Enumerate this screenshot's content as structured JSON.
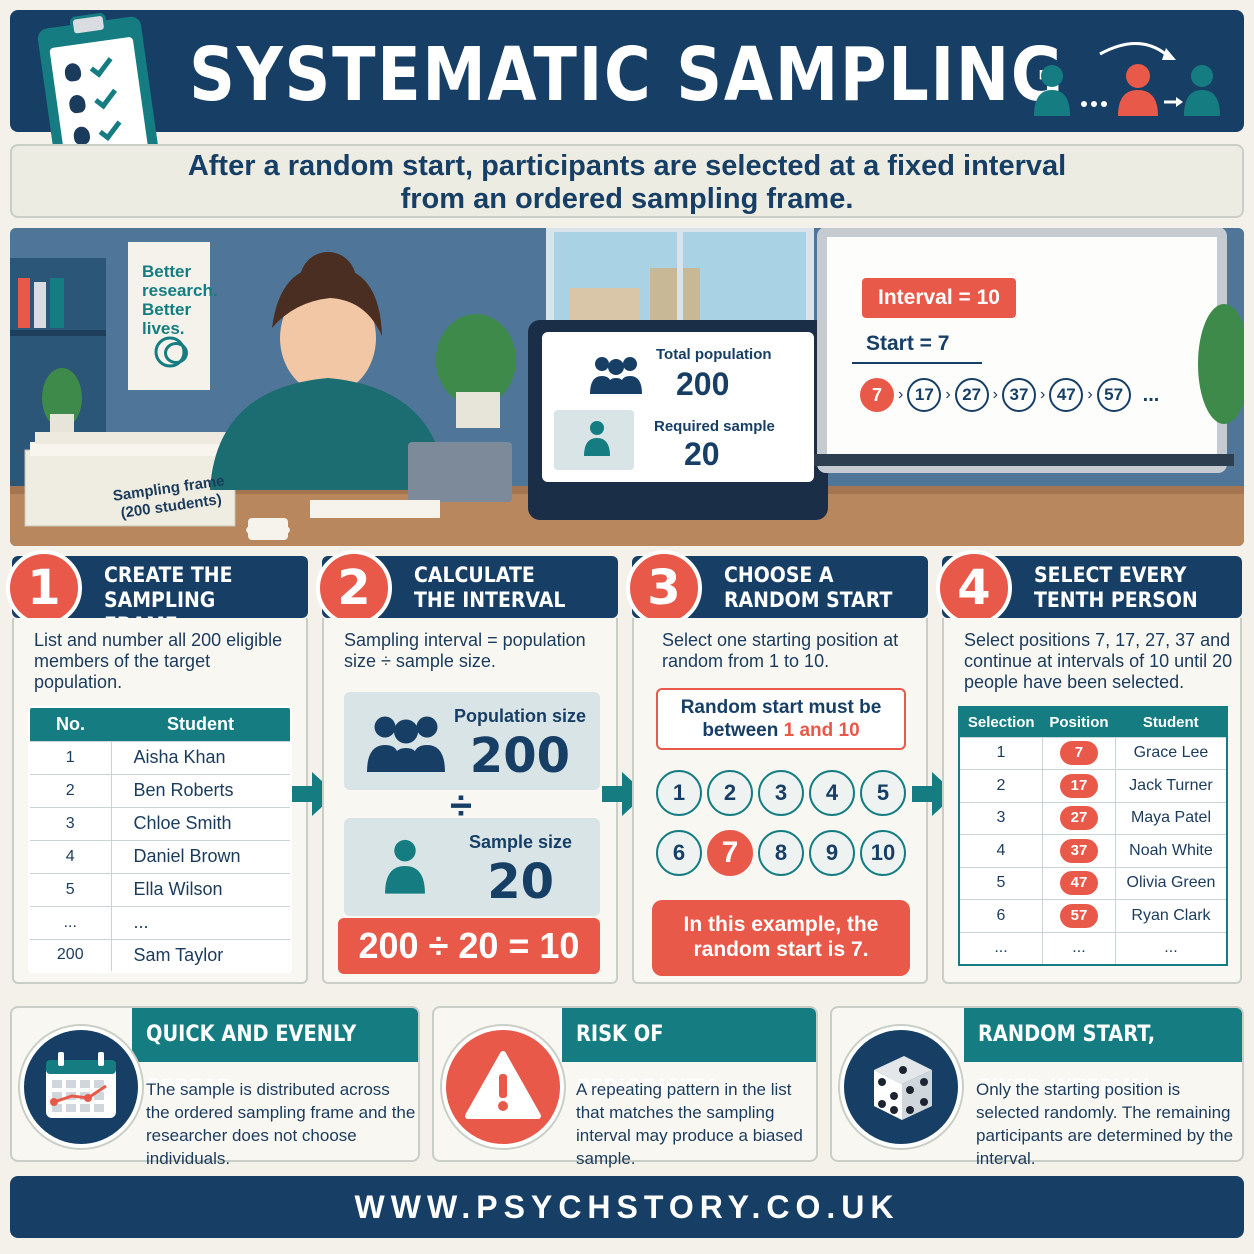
{
  "header": {
    "title": "SYSTEMATIC SAMPLING",
    "subtitle": "After a random start, participants are selected at a fixed interval from an ordered sampling frame.",
    "icons": [
      "clipboard-checklist-icon",
      "people-selection-icon"
    ]
  },
  "scene": {
    "poster_lines": [
      "Better",
      "research.",
      "Better",
      "lives."
    ],
    "papers_label_line1": "Sampling frame",
    "papers_label_line2": "(200 students)",
    "monitor": {
      "total_label": "Total population",
      "total_value": "200",
      "sample_label": "Required sample",
      "sample_value": "20"
    },
    "whiteboard": {
      "interval_label": "Interval = 10",
      "start_label": "Start = 7",
      "sequence": [
        "7",
        "17",
        "27",
        "37",
        "47",
        "57"
      ],
      "ellipsis": "..."
    }
  },
  "steps": [
    {
      "number": "1",
      "title_line1": "CREATE THE",
      "title_line2": "SAMPLING FRAME",
      "description": "List and number all 200 eligible members of the target population.",
      "table_headers": [
        "No.",
        "Student"
      ],
      "table_rows": [
        [
          "1",
          "Aisha Khan"
        ],
        [
          "2",
          "Ben Roberts"
        ],
        [
          "3",
          "Chloe Smith"
        ],
        [
          "4",
          "Daniel Brown"
        ],
        [
          "5",
          "Ella Wilson"
        ],
        [
          "...",
          "..."
        ],
        [
          "200",
          "Sam Taylor"
        ]
      ]
    },
    {
      "number": "2",
      "title_line1": "CALCULATE",
      "title_line2": "THE INTERVAL",
      "description": "Sampling interval = population size ÷ sample size.",
      "population_label": "Population size",
      "population_value": "200",
      "divide_symbol": "÷",
      "sample_label": "Sample size",
      "sample_value": "20",
      "equation": "200 ÷ 20 = 10"
    },
    {
      "number": "3",
      "title_line1": "CHOOSE A",
      "title_line2": "RANDOM START",
      "description": "Select one starting position at random from 1 to 10.",
      "warning_prefix": "Random start must be between ",
      "warning_highlight": "1 and 10",
      "numbers": [
        "1",
        "2",
        "3",
        "4",
        "5",
        "6",
        "7",
        "8",
        "9",
        "10"
      ],
      "selected": "7",
      "example_text": "In this example, the random start is 7."
    },
    {
      "number": "4",
      "title_line1": "SELECT EVERY",
      "title_line2": "TENTH PERSON",
      "description": "Select positions 7, 17, 27, 37 and continue at intervals of 10 until 20 people have been selected.",
      "table_headers": [
        "Selection",
        "Position",
        "Student"
      ],
      "table_rows": [
        [
          "1",
          "7",
          "Grace Lee"
        ],
        [
          "2",
          "17",
          "Jack Turner"
        ],
        [
          "3",
          "27",
          "Maya Patel"
        ],
        [
          "4",
          "37",
          "Noah White"
        ],
        [
          "5",
          "47",
          "Olivia Green"
        ],
        [
          "6",
          "57",
          "Ryan Clark"
        ],
        [
          "...",
          "...",
          "..."
        ]
      ]
    }
  ],
  "features": [
    {
      "title": "QUICK  AND EVENLY SPREAD",
      "text": "The sample is distributed across the ordered sampling frame and the researcher does not choose individuals.",
      "icon": "calendar-spread-icon"
    },
    {
      "title": "RISK OF PERIODICITY",
      "text": "A repeating pattern in the list that matches the sampling interval may produce a biased sample.",
      "icon": "warning-icon"
    },
    {
      "title": "RANDOM START, FIXED INTERVAL",
      "text": "Only the starting position is selected randomly. The remaining participants are determined by the interval.",
      "icon": "dice-icon"
    }
  ],
  "footer": {
    "url": "WWW.PSYCHSTORY.CO.UK"
  },
  "colors": {
    "navy": "#173f66",
    "teal": "#157d82",
    "red": "#e8594a",
    "cream": "#f3f1ea"
  }
}
